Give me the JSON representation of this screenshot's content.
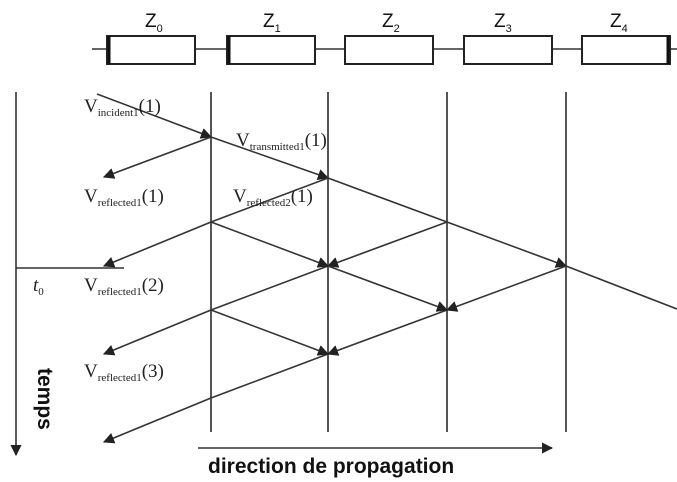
{
  "sections": [
    {
      "main": "Z",
      "sub": "0"
    },
    {
      "main": "Z",
      "sub": "1"
    },
    {
      "main": "Z",
      "sub": "2"
    },
    {
      "main": "Z",
      "sub": "3"
    },
    {
      "main": "Z",
      "sub": "4"
    }
  ],
  "labels": {
    "incident1": {
      "main": "V",
      "sub": "incident1",
      "tail": "(1)"
    },
    "transmitted1": {
      "main": "V",
      "sub": "transmitted1",
      "tail": "(1)"
    },
    "reflected1_1": {
      "main": "V",
      "sub": "reflected1",
      "tail": "(1)"
    },
    "reflected2_1": {
      "main": "V",
      "sub": "reflected2",
      "tail": "(1)"
    },
    "reflected1_2": {
      "main": "V",
      "sub": "reflected1",
      "tail": "(2)"
    },
    "reflected1_3": {
      "main": "V",
      "sub": "reflected1",
      "tail": "(3)"
    },
    "t0": {
      "main": "t",
      "sub": "0"
    }
  },
  "axes": {
    "time": "temps",
    "propagation": "direction de propagation"
  },
  "colors": {
    "lines": "#333333",
    "boundaries": "#555555",
    "text": "#222222"
  }
}
